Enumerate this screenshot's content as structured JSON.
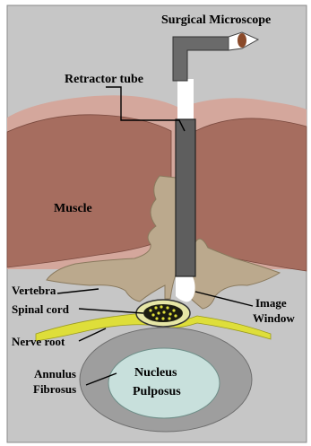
{
  "labels": {
    "microscope": "Surgical Microscope",
    "retractor": "Retractor tube",
    "muscle": "Muscle",
    "vertebra": "Vertebra",
    "spinal_cord": "Spinal cord",
    "nerve_root": "Nerve root",
    "annulus_line1": "Annulus",
    "annulus_line2": "Fibrosus",
    "nucleus_line1": "Nucleus",
    "nucleus_line2": "Pulposus",
    "image_line1": "Image",
    "image_line2": "Window"
  },
  "colors": {
    "background": "#c6c6c6",
    "skin": "#d4a79c",
    "muscle": "#a66d5f",
    "bone": "#bba98d",
    "tube": "#5e5e5e",
    "microscope": "#6a6a6a",
    "nerve": "#dede3a",
    "annulus": "#9e9e9e",
    "nucleus": "#c8e0dc",
    "cord": "#e6e6a6",
    "eye": "#8a4a2a"
  }
}
